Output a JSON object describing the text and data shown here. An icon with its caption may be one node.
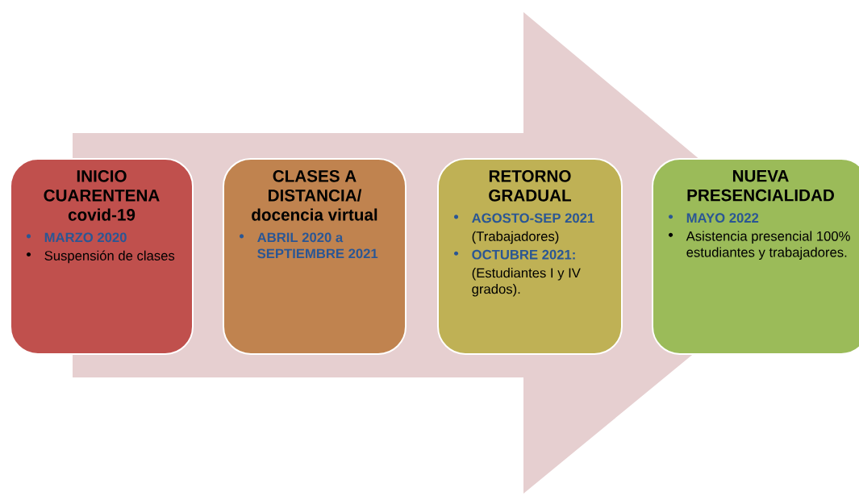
{
  "diagram": {
    "nodes": [
      {
        "text": [
          "INICIO CUARENTENA covid-19",
          "MARZO 2020",
          "Suspensión de clases"
        ]
      },
      {
        "text": [
          "CLASES A DISTANCIA/ docencia virtual",
          "ABRIL 2020 a SEPTIEMBRE 2021"
        ]
      },
      {
        "text": [
          "RETORNO GRADUAL",
          "AGOSTO-SEP 2021",
          "(Trabajadores)",
          "OCTUBRE 2021:",
          "(Estudiantes  I y IV grados)."
        ]
      },
      {
        "text": [
          "NUEVA PRESENCIALIDAD",
          "MAYO 2022",
          "Asistencia presencial 100% estudiantes y trabajadores."
        ]
      }
    ],
    "edges": [
      {
        "from": 0,
        "to": 3,
        "arrow": "to"
      }
    ]
  }
}
